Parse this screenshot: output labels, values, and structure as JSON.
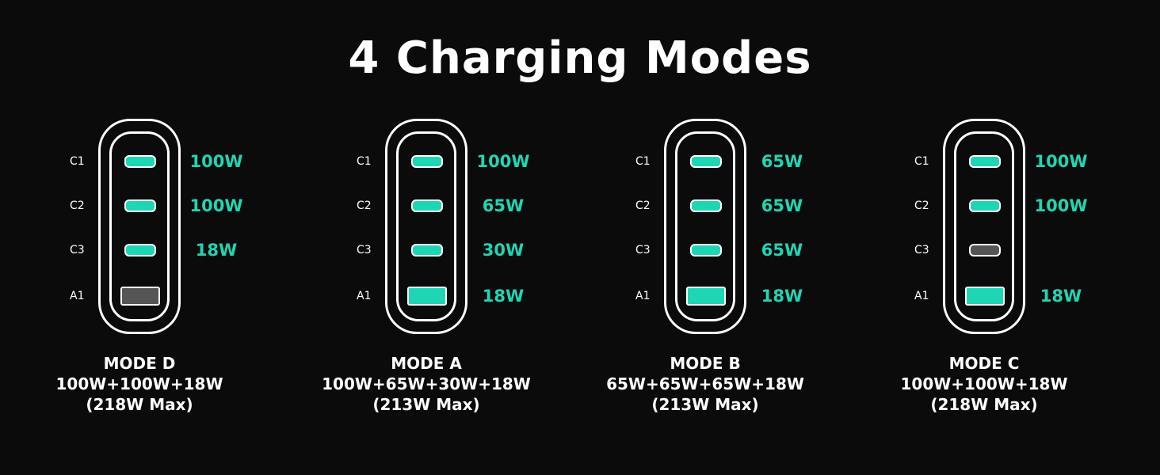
{
  "title": "4 Charging Modes",
  "colors": {
    "background": "#0b0b0b",
    "active_port": "#1fd6b4",
    "inactive_port": "#555555",
    "outline": "#ffffff"
  },
  "modes": [
    {
      "name": "MODE A",
      "formula": "100W+65W+30W+18W",
      "max": "(213W Max)",
      "ports": [
        {
          "label": "C1",
          "watt": "100W",
          "active": true
        },
        {
          "label": "C2",
          "watt": "65W",
          "active": true
        },
        {
          "label": "C3",
          "watt": "30W",
          "active": true
        },
        {
          "label": "A1",
          "watt": "18W",
          "active": true
        }
      ]
    },
    {
      "name": "MODE B",
      "formula": "65W+65W+65W+18W",
      "max": "(213W Max)",
      "ports": [
        {
          "label": "C1",
          "watt": "65W",
          "active": true
        },
        {
          "label": "C2",
          "watt": "65W",
          "active": true
        },
        {
          "label": "C3",
          "watt": "65W",
          "active": true
        },
        {
          "label": "A1",
          "watt": "18W",
          "active": true
        }
      ]
    },
    {
      "name": "MODE C",
      "formula": "100W+100W+18W",
      "max": "(218W Max)",
      "ports": [
        {
          "label": "C1",
          "watt": "100W",
          "active": true
        },
        {
          "label": "C2",
          "watt": "100W",
          "active": true
        },
        {
          "label": "C3",
          "watt": "",
          "active": false
        },
        {
          "label": "A1",
          "watt": "18W",
          "active": true
        }
      ]
    },
    {
      "name": "MODE D",
      "formula": "100W+100W+18W",
      "max": "(218W Max)",
      "ports": [
        {
          "label": "C1",
          "watt": "100W",
          "active": true
        },
        {
          "label": "C2",
          "watt": "100W",
          "active": true
        },
        {
          "label": "C3",
          "watt": "18W",
          "active": true
        },
        {
          "label": "A1",
          "watt": "",
          "active": false
        }
      ]
    }
  ]
}
